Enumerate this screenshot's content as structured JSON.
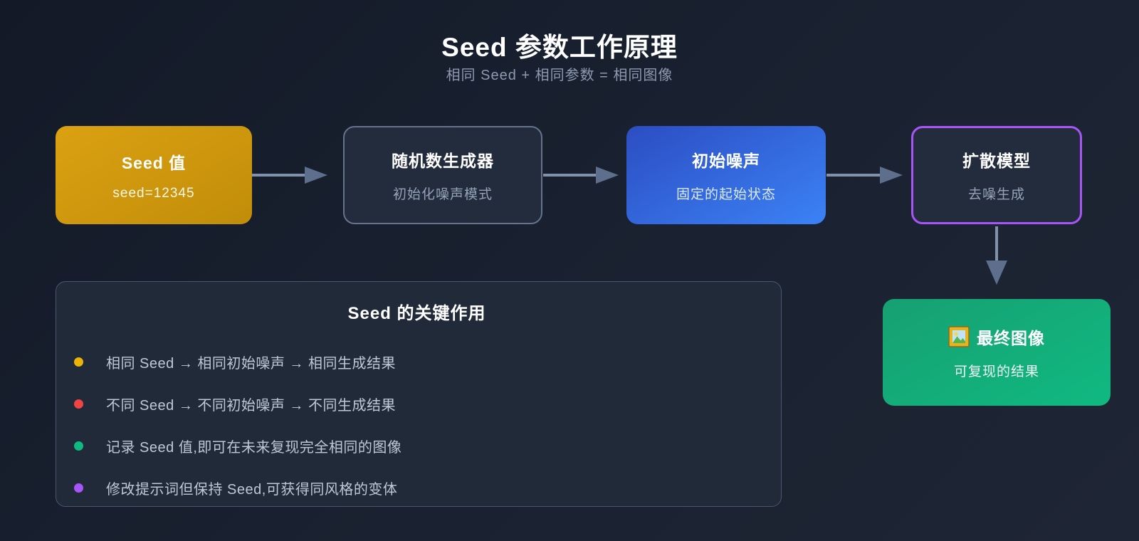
{
  "header": {
    "title": "Seed 参数工作原理",
    "subtitle": "相同 Seed + 相同参数 = 相同图像"
  },
  "flow": {
    "nodes": [
      {
        "title": "Seed 值",
        "subtitle": "seed=12345",
        "variant": "gold"
      },
      {
        "title": "随机数生成器",
        "subtitle": "初始化噪声模式",
        "variant": "outlined-gray"
      },
      {
        "title": "初始噪声",
        "subtitle": "固定的起始状态",
        "variant": "blue"
      },
      {
        "title": "扩散模型",
        "subtitle": "去噪生成",
        "variant": "outlined-purple"
      }
    ],
    "result_node": {
      "icon": "framed-picture",
      "title": "最终图像",
      "subtitle": "可复现的结果",
      "variant": "green"
    }
  },
  "panel": {
    "title": "Seed 的关键作用",
    "items": [
      {
        "dot_color": "#eab308",
        "text": "相同 Seed → 相同初始噪声 → 相同生成结果"
      },
      {
        "dot_color": "#ef4444",
        "text": "不同 Seed → 不同初始噪声 → 不同生成结果"
      },
      {
        "dot_color": "#10b981",
        "text": "记录 Seed 值,即可在未来复现完全相同的图像"
      },
      {
        "dot_color": "#a855f7",
        "text": "修改提示词但保持 Seed,可获得同风格的变体"
      }
    ]
  },
  "colors": {
    "background_dark": "#131927",
    "background_light": "#1e2534",
    "gold": "#d9a011",
    "blue": "#3b82f6",
    "green": "#10b981",
    "purple_border": "#a855f7",
    "gray_border": "#64748b",
    "arrow": "#8191a9",
    "bullet_yellow": "#eab308",
    "bullet_red": "#ef4444",
    "bullet_green": "#10b981",
    "bullet_purple": "#a855f7"
  }
}
